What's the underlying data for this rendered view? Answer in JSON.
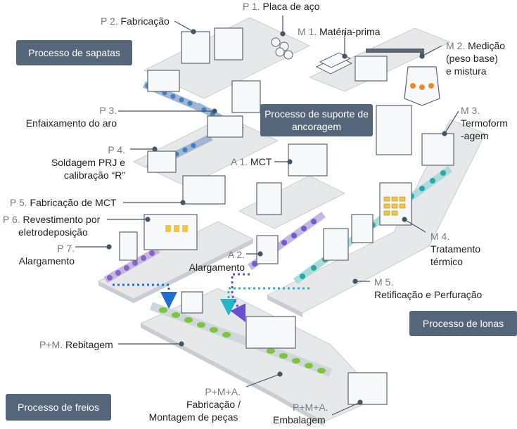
{
  "colors": {
    "box_bg": "#56667a",
    "platform": "#e4e6e8",
    "platform_edge": "#c4c8cc",
    "conveyor_blue": "#3f7fc9",
    "conveyor_purple": "#8a63c8",
    "conveyor_teal": "#2aa8a8",
    "conveyor_green": "#7bc63a",
    "arrow_blue": "#1d6fd6",
    "arrow_teal": "#1fb8c8",
    "arrow_purple": "#6a4fd0",
    "furnace_orange": "#f08a24",
    "coil_yellow": "#f4c542",
    "leader": "#445566"
  },
  "sections": {
    "sapatas": "Processo de sapatas",
    "ancoragem": "Processo de suporte de ancoragem",
    "lonas": "Processo de lonas",
    "freios": "Processo de freios"
  },
  "labels": {
    "p1": {
      "code": "P 1.",
      "text": "Placa de aço"
    },
    "p2": {
      "code": "P 2.",
      "text": "Fabricação"
    },
    "m1": {
      "code": "M 1.",
      "text": "Matéria-prima"
    },
    "m2": {
      "code": "M 2.",
      "text": "Medição (peso base) e mistura",
      "line1": "Medição",
      "line2": "(peso base)",
      "line3": "e mistura"
    },
    "p3": {
      "code": "P 3.",
      "text": "Enfaixamento do aro"
    },
    "m3": {
      "code": "M 3.",
      "text": "Termoformagem",
      "line1": "Termoform",
      "line2": "-agem"
    },
    "p4": {
      "code": "P 4.",
      "text": "Soldagem PRJ e calibração “R”",
      "line1": "Soldagem PRJ e",
      "line2": "calibração “R”"
    },
    "a1": {
      "code": "A 1.",
      "text": "MCT"
    },
    "p5": {
      "code": "P 5.",
      "text": "Fabricação de MCT"
    },
    "p6": {
      "code": "P 6.",
      "text": "Revestimento por eletrodeposição",
      "line1": "Revestimento por",
      "line2": "eletrodeposição"
    },
    "m4": {
      "code": "M 4.",
      "text": "Tratamento térmico",
      "line1": "Tratamento",
      "line2": "térmico"
    },
    "p7": {
      "code": "P 7.",
      "text": "Alargamento"
    },
    "a2": {
      "code": "A 2.",
      "text": "Alargamento"
    },
    "m5": {
      "code": "M 5.",
      "text": "Retificação e Perfuração"
    },
    "pm": {
      "code": "P+M.",
      "text": "Rebitagem"
    },
    "pma1": {
      "code": "P+M+A.",
      "line1": "Fabricação /",
      "line2": "Montagem de peças"
    },
    "pma2": {
      "code": "P+M+A.",
      "text": "Embalagem"
    }
  }
}
